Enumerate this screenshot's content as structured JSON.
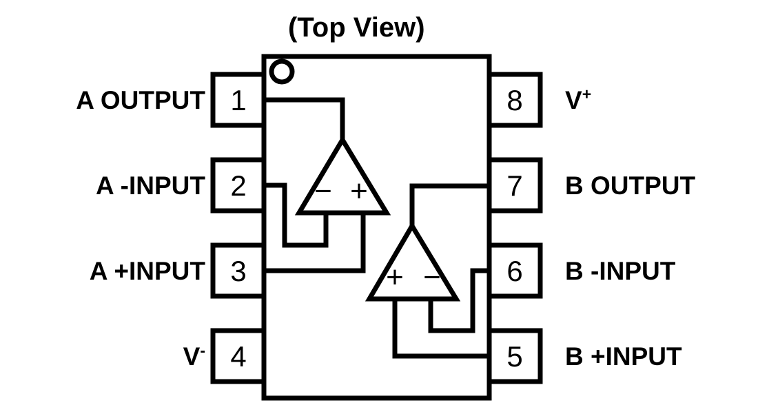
{
  "title": "(Top View)",
  "package": {
    "view": "Top View",
    "pin_count": 8,
    "notch_marker": "pin-1-dot",
    "amplifier_count": 2
  },
  "colors": {
    "line": "#000000",
    "background": "#ffffff",
    "text": "#000000"
  },
  "pins": {
    "left": [
      {
        "number": "1",
        "label": "A OUTPUT",
        "sup": "",
        "side": "left"
      },
      {
        "number": "2",
        "label": "A -INPUT",
        "sup": "",
        "side": "left"
      },
      {
        "number": "3",
        "label": "A +INPUT",
        "sup": "",
        "side": "left"
      },
      {
        "number": "4",
        "label": "V",
        "sup": "-",
        "side": "left"
      }
    ],
    "right": [
      {
        "number": "8",
        "label": "V",
        "sup": "+",
        "side": "right"
      },
      {
        "number": "7",
        "label": "B OUTPUT",
        "sup": "",
        "side": "right"
      },
      {
        "number": "6",
        "label": "B -INPUT",
        "sup": "",
        "side": "right"
      },
      {
        "number": "5",
        "label": "B +INPUT",
        "sup": "",
        "side": "right"
      }
    ]
  },
  "amplifiers": [
    {
      "name": "A",
      "orientation": "apex-up",
      "inverting_sign": "−",
      "noninverting_sign": "+",
      "input_order_left_to_right": [
        "−",
        "+"
      ],
      "output_pin": "1",
      "inverting_pin": "2",
      "noninverting_pin": "3"
    },
    {
      "name": "B",
      "orientation": "apex-up",
      "inverting_sign": "−",
      "noninverting_sign": "+",
      "input_order_left_to_right": [
        "+",
        "−"
      ],
      "output_pin": "7",
      "inverting_pin": "6",
      "noninverting_pin": "5"
    }
  ]
}
